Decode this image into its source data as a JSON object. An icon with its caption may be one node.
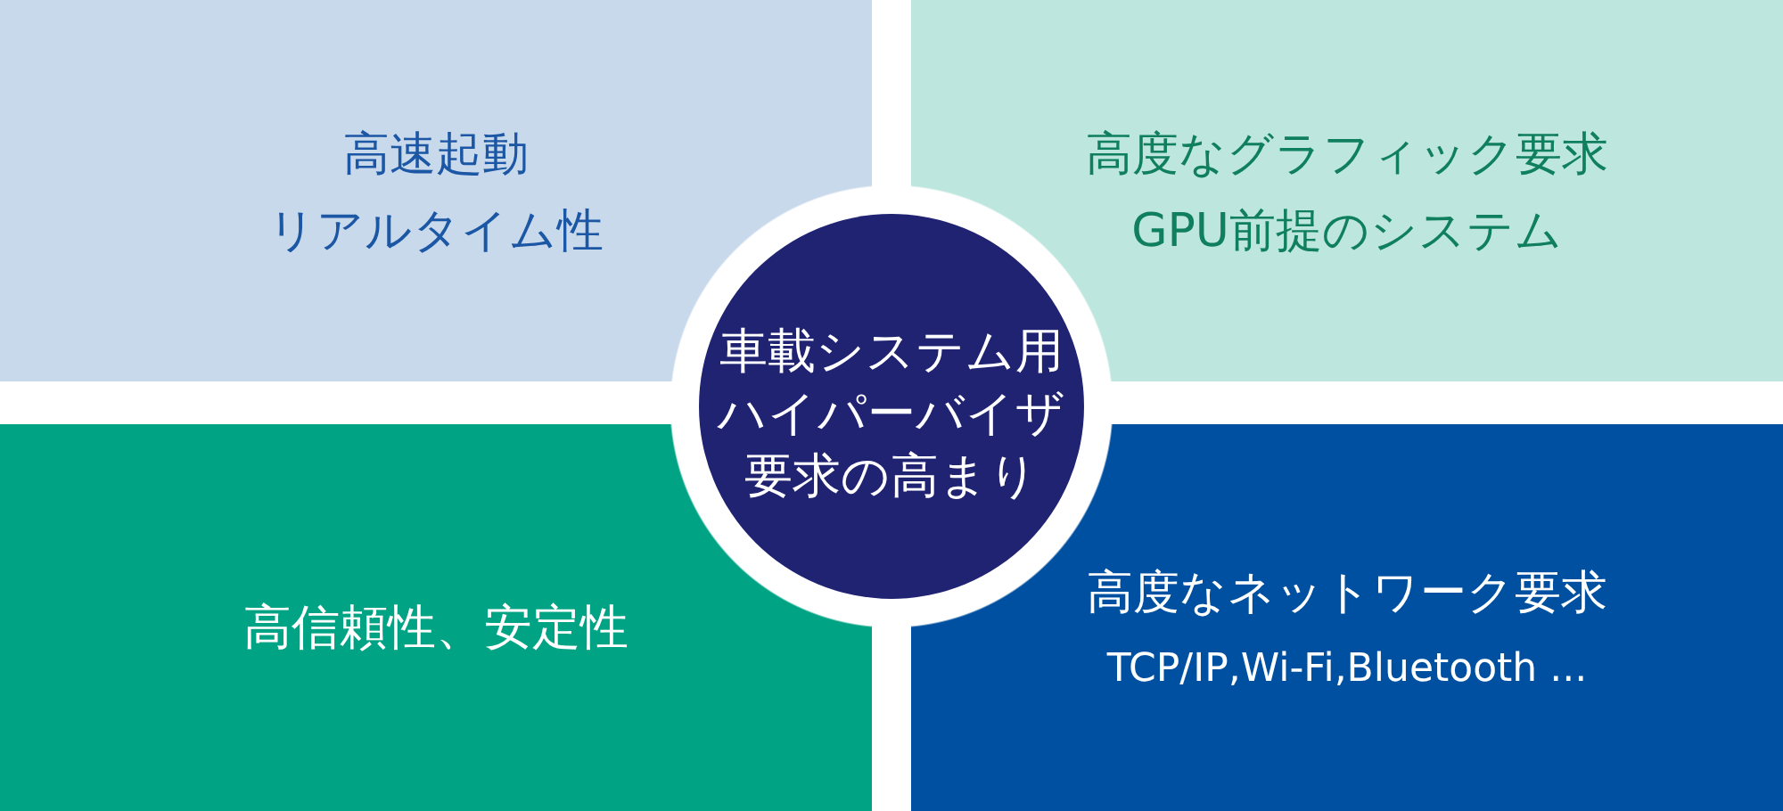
{
  "diagram": {
    "nodes": [
      {
        "text": [
          "高速起動",
          "リアルタイム性"
        ]
      },
      {
        "text": [
          "高度なグラフィック要求",
          "GPU前提のシステム"
        ]
      },
      {
        "text": [
          "車載システム用ハイパーバイザ要求の高まり"
        ]
      },
      {
        "text": [
          "高信頼性、安定性"
        ]
      },
      {
        "text": [
          "高度なネットワーク要求",
          "TCP/IP,Wi-Fi,Bluetooth ..."
        ]
      }
    ]
  }
}
